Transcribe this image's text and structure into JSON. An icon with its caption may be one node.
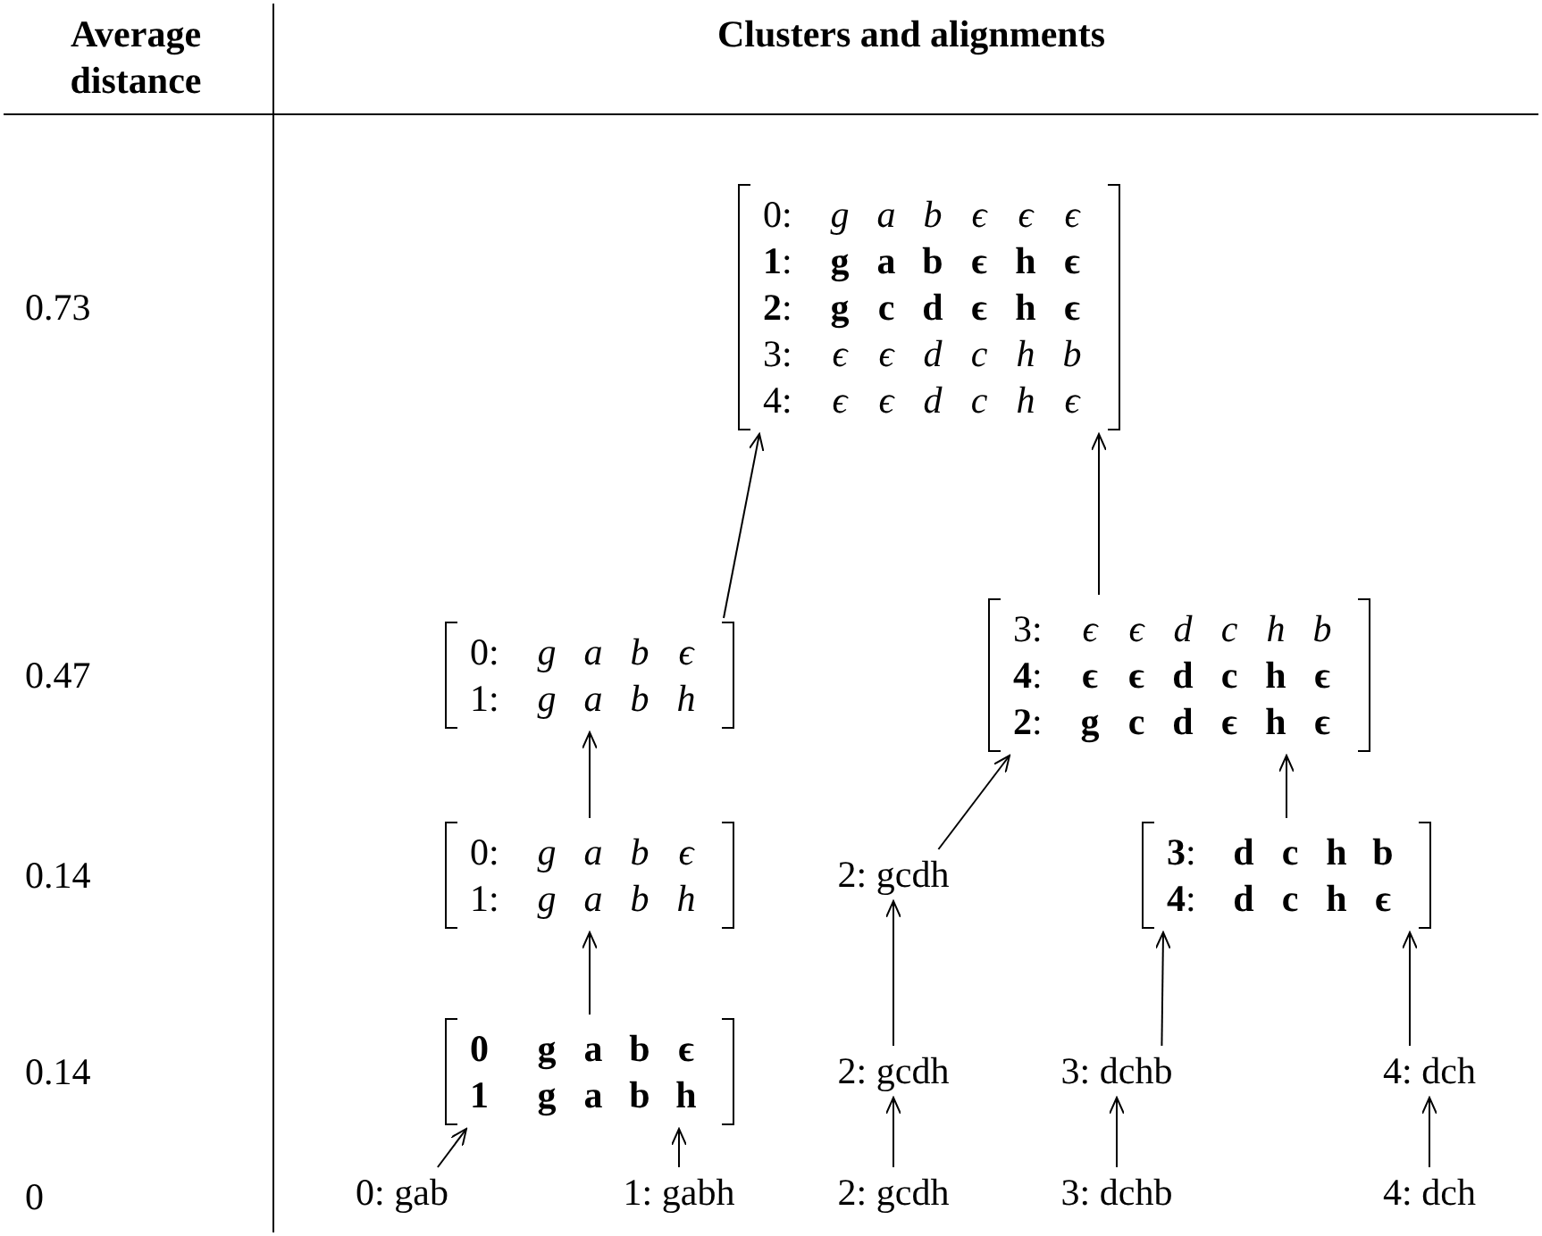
{
  "diagram": {
    "nodes": [
      {
        "text": [
          "0: g a b ϵ ϵ ϵ",
          "**1**: **g** **a** **b** **ϵ** **h** **ϵ**",
          "**2**: **g** **c** **d** **ϵ** **h** **ϵ**",
          "3: ϵ ϵ d c h b",
          "4: ϵ ϵ d c h ϵ"
        ]
      },
      {
        "text": [
          "0: g a b ϵ",
          "1: g a b h"
        ]
      },
      {
        "text": [
          "3: ϵ ϵ d c h b",
          "**4**: **ϵ** **ϵ** **d** **c** **h** **ϵ**",
          "**2**: **g** **c** **d** **ϵ** **h** **ϵ**"
        ]
      },
      {
        "text": [
          "0: g a b ϵ",
          "1: g a b h"
        ]
      },
      {
        "text": [
          "2: gcdh"
        ]
      },
      {
        "text": [
          "**3**: **d** **c** **h** **b**",
          "**4**: **d** **c** **h** **ϵ**"
        ]
      },
      {
        "text": [
          "**0** **g** **a** **b** **ϵ**",
          "**1** **g** **a** **b** **h**"
        ]
      },
      {
        "text": [
          "2: gcdh"
        ]
      },
      {
        "text": [
          "3: dchb"
        ]
      },
      {
        "text": [
          "4: dch"
        ]
      },
      {
        "text": [
          "0: gab"
        ]
      },
      {
        "text": [
          "1: gabh"
        ]
      },
      {
        "text": [
          "2: gcdh"
        ]
      },
      {
        "text": [
          "3: dchb"
        ]
      },
      {
        "text": [
          "4: dch"
        ]
      }
    ],
    "edges": [
      {
        "from": 1,
        "to": 0,
        "arrow": "to"
      },
      {
        "from": 2,
        "to": 0,
        "arrow": "to"
      },
      {
        "from": 3,
        "to": 1,
        "arrow": "to"
      },
      {
        "from": 4,
        "to": 2,
        "arrow": "to"
      },
      {
        "from": 5,
        "to": 2,
        "arrow": "to"
      },
      {
        "from": 6,
        "to": 3,
        "arrow": "to"
      },
      {
        "from": 7,
        "to": 4,
        "arrow": "to"
      },
      {
        "from": 8,
        "to": 5,
        "arrow": "to"
      },
      {
        "from": 9,
        "to": 5,
        "arrow": "to"
      },
      {
        "from": 10,
        "to": 6,
        "arrow": "to"
      },
      {
        "from": 11,
        "to": 6,
        "arrow": "to"
      },
      {
        "from": 12,
        "to": 7,
        "arrow": "to"
      },
      {
        "from": 13,
        "to": 8,
        "arrow": "to"
      },
      {
        "from": 14,
        "to": 9,
        "arrow": "to"
      }
    ],
    "labels": [
      "Average distance",
      "Clusters and alignments",
      "0.73",
      "0.47",
      "0.14",
      "0.14",
      "0"
    ]
  }
}
